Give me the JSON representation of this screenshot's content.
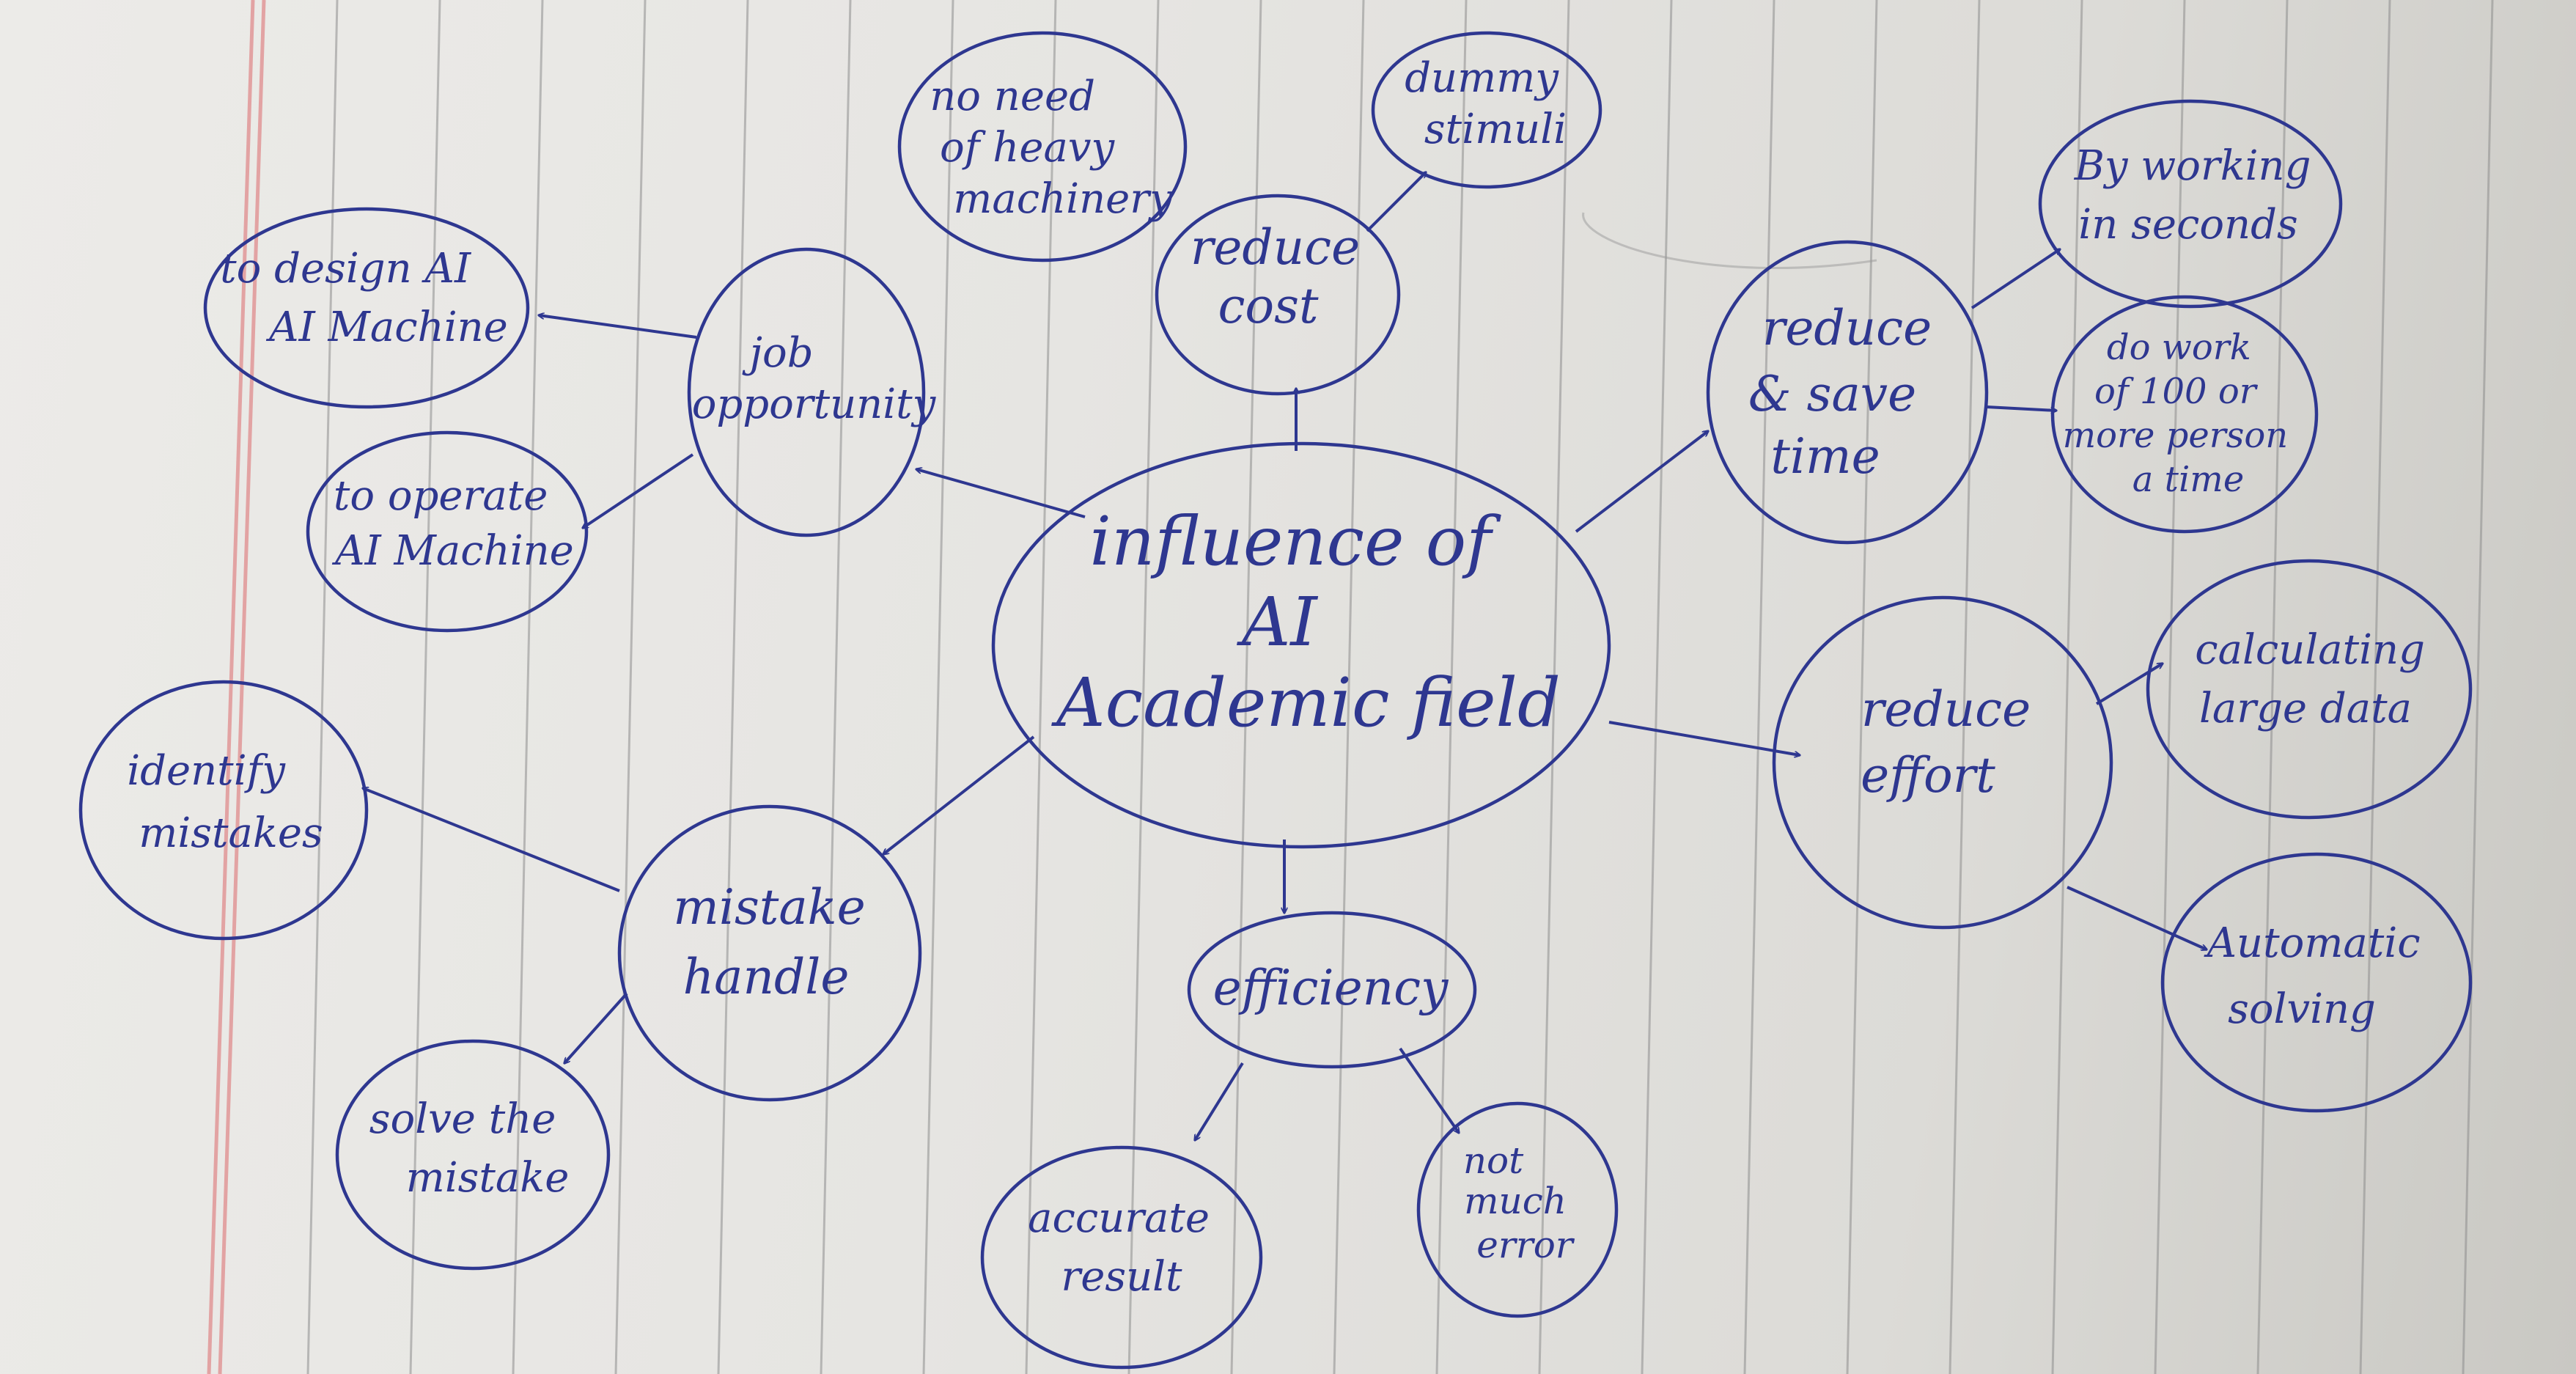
{
  "diagram": {
    "central": {
      "lines": [
        "influence of",
        "AI",
        "Academic field"
      ]
    },
    "nodes": [
      {
        "id": "job",
        "lines": [
          "job",
          "opportunity"
        ]
      },
      {
        "id": "design",
        "lines": [
          "to design AI",
          "AI Machine"
        ]
      },
      {
        "id": "operate",
        "lines": [
          "to operate",
          "AI Machine"
        ]
      },
      {
        "id": "cost",
        "lines": [
          "reduce",
          "cost"
        ]
      },
      {
        "id": "heavy",
        "lines": [
          "no need",
          "of heavy",
          "machinery"
        ]
      },
      {
        "id": "dummy",
        "lines": [
          "dummy",
          "stimuli"
        ]
      },
      {
        "id": "time",
        "lines": [
          "reduce",
          "& save",
          "time"
        ]
      },
      {
        "id": "seconds",
        "lines": [
          "By working",
          "in seconds"
        ]
      },
      {
        "id": "work100",
        "lines": [
          "do work",
          "of 100 or",
          "more person",
          "a time"
        ]
      },
      {
        "id": "effort",
        "lines": [
          "reduce",
          "effort"
        ]
      },
      {
        "id": "calc",
        "lines": [
          "calculating",
          "large data"
        ]
      },
      {
        "id": "auto",
        "lines": [
          "Automatic",
          "solving"
        ]
      },
      {
        "id": "efficiency",
        "lines": [
          "efficiency"
        ]
      },
      {
        "id": "accurate",
        "lines": [
          "accurate",
          "result"
        ]
      },
      {
        "id": "noerror",
        "lines": [
          "not",
          "much",
          "error"
        ]
      },
      {
        "id": "mistake",
        "lines": [
          "mistake",
          "handle"
        ]
      },
      {
        "id": "identify",
        "lines": [
          "identify",
          "mistakes"
        ]
      },
      {
        "id": "solve",
        "lines": [
          "solve the",
          "mistake"
        ]
      }
    ]
  },
  "colors": {
    "ink": "#2e3790",
    "rule": "#8e8e8e",
    "margin": "#e2a3a3"
  }
}
